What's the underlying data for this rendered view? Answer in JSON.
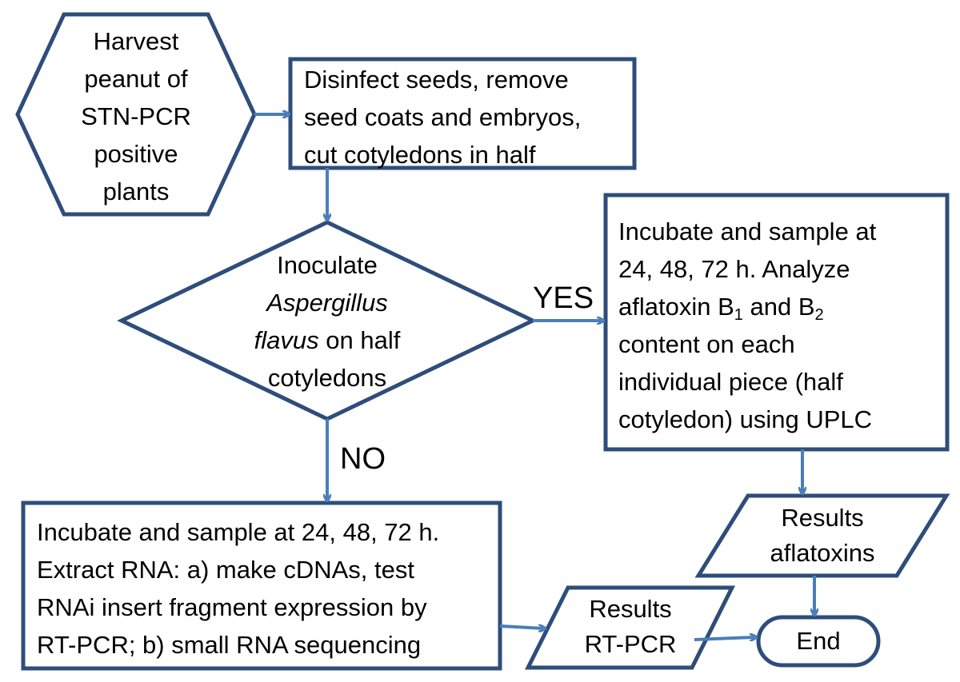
{
  "nodes": {
    "harvest": {
      "lines": [
        "Harvest",
        "peanut of",
        "STN-PCR",
        "positive",
        "plants"
      ]
    },
    "disinfect": {
      "lines": [
        "Disinfect seeds, remove",
        "seed coats and embryos,",
        "cut cotyledons in half"
      ]
    },
    "inoculate": {
      "line1": "Inoculate",
      "line2_italic": "Aspergillus",
      "line3_italic": "flavus",
      "line3_rest": " on half",
      "line4": "cotyledons"
    },
    "incubate_uplc": {
      "line1": "Incubate and sample at",
      "line2": "24, 48, 72 h.  Analyze",
      "line3_a": "aflatoxin B",
      "line3_sub1": "1",
      "line3_b": " and B",
      "line3_sub2": "2",
      "line4": "content on each",
      "line5": "individual piece (half",
      "line6": "cotyledon) using UPLC"
    },
    "incubate_rna": {
      "lines": [
        "Incubate and sample at 24, 48, 72 h.",
        "Extract RNA: a) make cDNAs, test",
        "RNAi insert fragment expression by",
        "RT-PCR; b) small RNA sequencing"
      ]
    },
    "results_aflatoxins": {
      "lines": [
        "Results",
        "aflatoxins"
      ]
    },
    "results_rtpcr": {
      "lines": [
        "Results",
        "RT-PCR"
      ]
    },
    "end": {
      "label": "End"
    }
  },
  "branches": {
    "yes": "YES",
    "no": "NO"
  },
  "colors": {
    "box_border": "#2e4d7a",
    "arrow": "#4a7ebb",
    "background": "#ffffff",
    "text": "#000000"
  }
}
